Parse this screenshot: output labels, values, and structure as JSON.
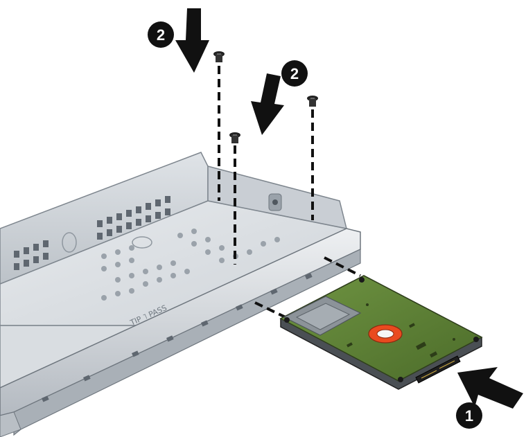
{
  "steps": {
    "slide_in": {
      "number": "1"
    },
    "screws_left": {
      "number": "2"
    },
    "screws_right": {
      "number": "2"
    }
  },
  "cage": {
    "emboss_text": "TIP ˥ PASS"
  },
  "colors": {
    "metal_light": "#e3e6e9",
    "metal_mid": "#c5cad0",
    "metal_dark": "#8f979f",
    "pcb_green": "#5d7f35",
    "arrow_black": "#111111"
  }
}
